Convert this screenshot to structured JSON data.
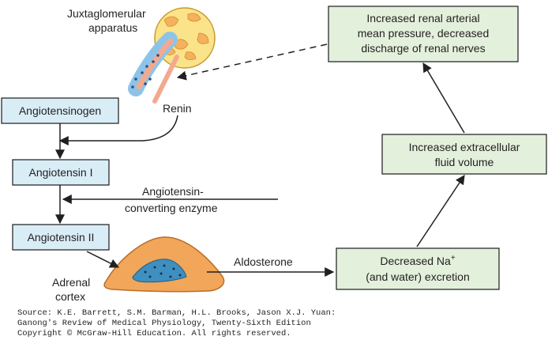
{
  "labels": {
    "juxta_line1": "Juxtaglomerular",
    "juxta_line2": "apparatus",
    "renin": "Renin",
    "ace_line1": "Angiotensin-",
    "ace_line2": "converting enzyme",
    "aldosterone": "Aldosterone",
    "adrenal_line1": "Adrenal",
    "adrenal_line2": "cortex"
  },
  "boxes": {
    "angiotensinogen": "Angiotensinogen",
    "angiotensin1": "Angiotensin I",
    "angiotensin2": "Angiotensin II",
    "renal_line1": "Increased renal arterial",
    "renal_line2": "mean pressure, decreased",
    "renal_line3": "discharge of renal nerves",
    "ecf_line1": "Increased extracellular",
    "ecf_line2": "fluid volume",
    "na_line1": "Decreased Na",
    "na_sup": "+",
    "na_line2": "(and water) excretion"
  },
  "source": {
    "line1": "Source: K.E. Barrett, S.M. Barman, H.L. Brooks, Jason X.J. Yuan:",
    "line2": "Ganong's Review of Medical Physiology, Twenty-Sixth Edition",
    "line3": "Copyright © McGraw-Hill Education. All rights reserved."
  },
  "colors": {
    "blue_box": "#d9edf7",
    "green_box": "#e3f0dc",
    "adrenal_fill": "#f2a65a",
    "adrenal_core": "#3f8fbf",
    "juxta_fill": "#fbe38a",
    "juxta_lobe": "#f5b25d",
    "vessel_blue": "#8cc4e8",
    "vessel_pink": "#f3a98f"
  }
}
